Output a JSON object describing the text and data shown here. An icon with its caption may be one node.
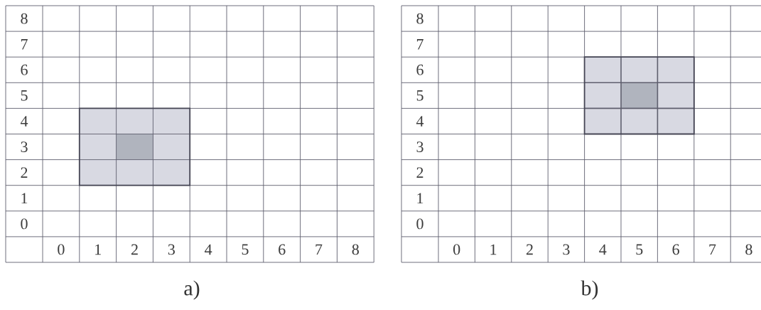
{
  "diagram": {
    "labels": [
      "8",
      "7",
      "6",
      "5",
      "4",
      "3",
      "2",
      "1",
      "0",
      "0",
      "1",
      "2",
      "3",
      "4",
      "5",
      "6",
      "7",
      "8",
      "a)",
      "8",
      "7",
      "6",
      "5",
      "4",
      "3",
      "2",
      "1",
      "0",
      "0",
      "1",
      "2",
      "3",
      "4",
      "5",
      "6",
      "7",
      "8",
      "b)"
    ]
  }
}
